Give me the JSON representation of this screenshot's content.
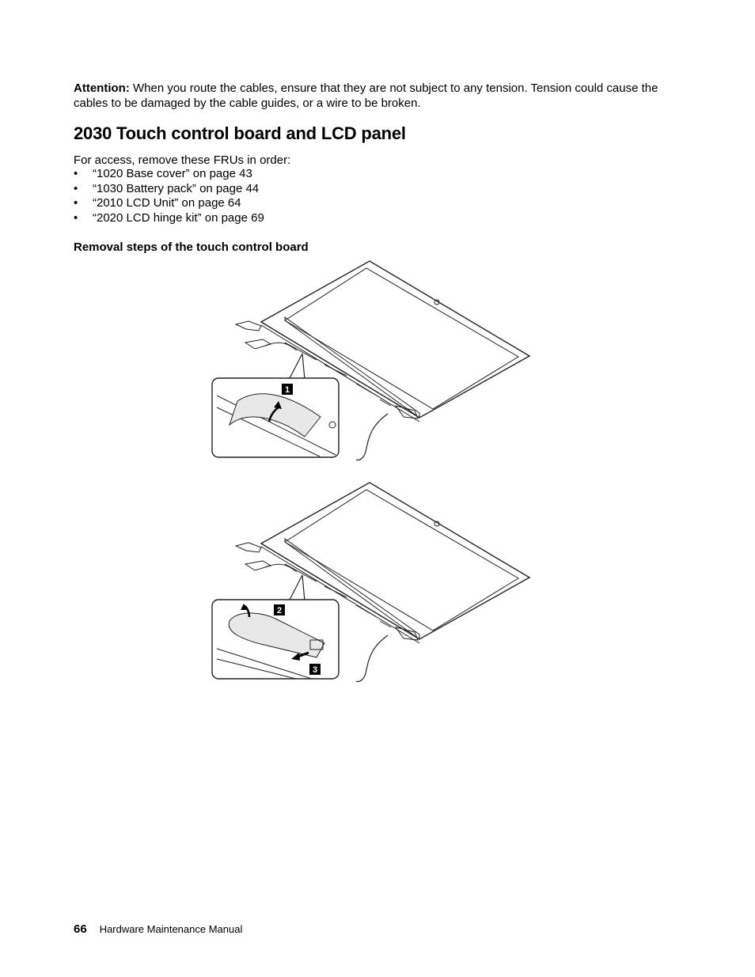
{
  "attention": {
    "label": "Attention:",
    "text": "When you route the cables, ensure that they are not subject to any tension. Tension could cause the cables to be damaged by the cable guides, or a wire to be broken."
  },
  "section": {
    "title": "2030 Touch control board and LCD panel",
    "intro": "For access, remove these FRUs in order:",
    "frus": [
      "“1020 Base cover” on page 43",
      "“1030 Battery pack” on page 44",
      "“2010 LCD Unit” on page 64",
      "“2020 LCD hinge kit” on page 69"
    ],
    "removal_heading": "Removal steps of the touch control board"
  },
  "figures": [
    {
      "callouts": [
        "1"
      ]
    },
    {
      "callouts": [
        "2",
        "3"
      ]
    }
  ],
  "footer": {
    "page_number": "66",
    "manual_title": "Hardware Maintenance Manual"
  }
}
